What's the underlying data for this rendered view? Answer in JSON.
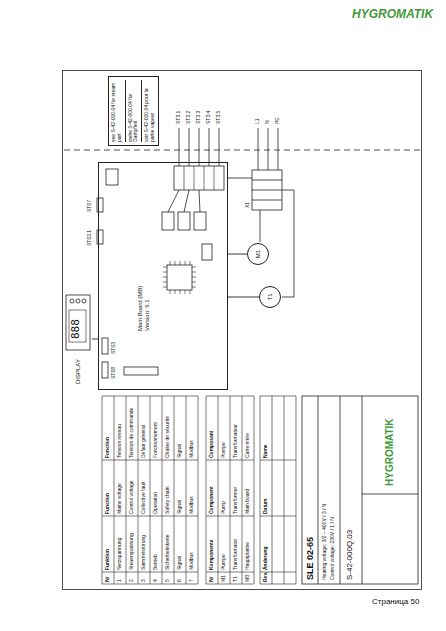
{
  "diagram": {
    "nodes": [
      {
        "text": [
          "see S-42-000.04 for steam part",
          "siehe S-42-000.04 für Dampfteil",
          "voir S-42-000.04 pour la partie vapeur"
        ]
      },
      {
        "text": [
          "DISPLAY"
        ]
      },
      {
        "text": [
          "Main Board (MB)",
          "Version: 6.1"
        ]
      },
      {
        "text": [
          "M1"
        ]
      },
      {
        "text": [
          "T1"
        ]
      }
    ],
    "edges": [
      {
        "from": 1,
        "to": 2,
        "arrow": "none"
      },
      {
        "from": 2,
        "to": 3,
        "arrow": "none"
      },
      {
        "from": 2,
        "to": 4,
        "arrow": "none"
      }
    ],
    "labels": [
      "888",
      "ST07",
      "ST03.1",
      "ST08",
      "ST03",
      "ST3.1",
      "ST3.2",
      "ST3.3",
      "ST3.4",
      "ST3.5",
      "L1",
      "N",
      "PE",
      "X1",
      "Nr",
      "Funktion",
      "Function",
      "Fonction",
      "1",
      "Netzspannung",
      "Mains voltage",
      "Tension réseau",
      "2",
      "Steuerspannung",
      "Control voltage",
      "Tension de commande",
      "3",
      "Sammelstörung",
      "Collective fault",
      "Défaut général",
      "4",
      "Betrieb",
      "Operation",
      "Fonctionnement",
      "5",
      "Sicherheitskette",
      "Safety chain",
      "Chaîne de sécurité",
      "6",
      "Signal",
      "Signal",
      "Signal",
      "7",
      "Modbus",
      "Modbus",
      "Modbus",
      "Nr",
      "Komponente",
      "Component",
      "Composant",
      "M1",
      "Pumpe",
      "Pump",
      "Pompe",
      "T1",
      "Transformator",
      "Transformer",
      "Transformateur",
      "MB",
      "Hauptplatine",
      "Main board",
      "Carte mère",
      "Rev.",
      "Änderung",
      "Datum",
      "Name",
      "SLE 02-65",
      "Heating voltage: 3/2 – 400V / 3 / N",
      "Control voltage: 230V / 1 / N",
      "S-42-000Q.03",
      "HYGROMATIK",
      "HYGROMATIK",
      "Страница 50"
    ]
  }
}
